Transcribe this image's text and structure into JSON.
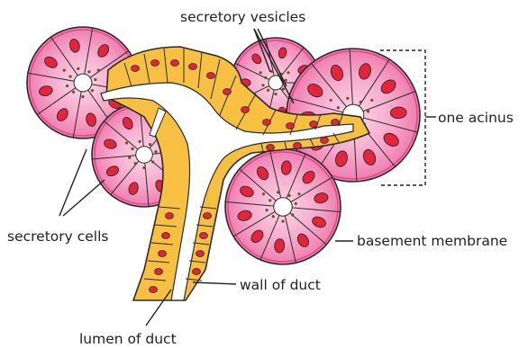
{
  "labels": {
    "secretory_vesicles": "secretory vesicles",
    "one_acinus": "one acinus",
    "secretory_cells": "secretory cells",
    "basement_membrane": "basement membrane",
    "wall_of_duct": "wall of duct",
    "lumen_of_duct": "lumen of duct"
  },
  "colors": {
    "acinus_fill": "#f39cc4",
    "acinus_center": "#f9cfe2",
    "nucleus": "#e3243b",
    "duct_wall": "#f8c042",
    "duct_lumen": "#ffffff",
    "vesicle": "#7a4a2a",
    "outline": "#2b2b2b"
  }
}
